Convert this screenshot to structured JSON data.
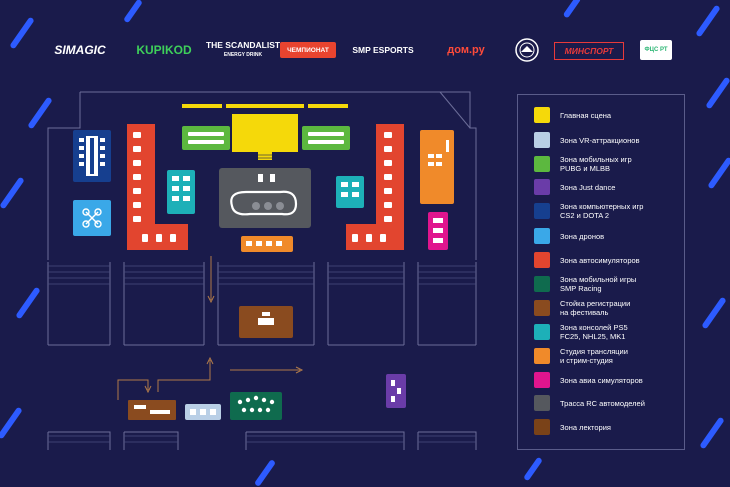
{
  "sponsors": [
    {
      "name": "SIMAGIC",
      "color": "#ffffff"
    },
    {
      "name": "KUPIKOD",
      "color": "#3ecf5a"
    },
    {
      "name": "THE SCANDALIST",
      "sub": "ENERGY DRINK",
      "color": "#ffffff"
    },
    {
      "name": "ЧЕМПИОНАТ",
      "color": "#ffffff",
      "bg": "#e8442f"
    },
    {
      "name": "SMP ESPORTS",
      "color": "#ffffff"
    },
    {
      "name": "дом.ру",
      "color": "#ff4b3a"
    },
    {
      "name": "emblem-icon",
      "color": "#ffffff"
    },
    {
      "name": "МИНСПОРТ",
      "color": "#e83a3a"
    },
    {
      "name": "ФЦС РТ",
      "color": "#2bb673",
      "bg": "#ffffff"
    }
  ],
  "legend": [
    {
      "label": "Главная сцена",
      "color": "#f5d90a"
    },
    {
      "label": "Зона VR-аттракционов",
      "color": "#b9cfe6"
    },
    {
      "label": "Зона мобильных игр\nPUBG и MLBB",
      "color": "#5cb83f"
    },
    {
      "label": "Зона Just dance",
      "color": "#6a3ca8"
    },
    {
      "label": "Зона компьютерных игр\nCS2 и DOTA 2",
      "color": "#163f8f"
    },
    {
      "label": "Зона дронов",
      "color": "#3aa8e8"
    },
    {
      "label": "Зона автосимуляторов",
      "color": "#e2452f"
    },
    {
      "label": "Зона мобильной игры\nSMP Racing",
      "color": "#0f6b4e"
    },
    {
      "label": "Стойка регистрации\nна фестиваль",
      "color": "#8a4b1f"
    },
    {
      "label": "Зона консолей PS5\nFC25, NHL25, MK1",
      "color": "#1db0b8"
    },
    {
      "label": "Студия трансляции\nи стрим-студия",
      "color": "#f08a2a"
    },
    {
      "label": "Зона авиа симуляторов",
      "color": "#e0158e"
    },
    {
      "label": "Трасса RC автомоделей",
      "color": "#55585e"
    },
    {
      "label": "Зона лектория",
      "color": "#7a4218"
    }
  ]
}
